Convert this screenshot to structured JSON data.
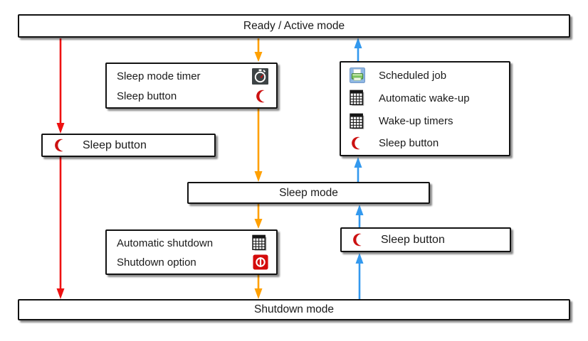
{
  "colors": {
    "arrow-red": "#ee1111",
    "arrow-orange": "#ffa000",
    "arrow-blue": "#3399ee",
    "box-border": "#121212",
    "box-bg": "#ffffff",
    "page-bg": "#ffffff",
    "text": "#1a1a1a",
    "crescent-red": "#cc1111",
    "power-red": "#d40b0b",
    "timer-bg": "#3d4345",
    "printer-bg": "#8fb7e3",
    "printer-green": "#7dc55f"
  },
  "states": {
    "ready": {
      "label": "Ready / Active mode"
    },
    "sleep": {
      "label": "Sleep mode"
    },
    "shutdown": {
      "label": "Shutdown mode"
    }
  },
  "boxes": {
    "sleep_triggers": {
      "rows": [
        {
          "icon": "stopwatch-icon",
          "label": "Sleep mode timer"
        },
        {
          "icon": "crescent-moon-icon",
          "label": "Sleep button"
        }
      ]
    },
    "sleep_button_left": {
      "rows": [
        {
          "icon": "crescent-moon-icon",
          "label": "Sleep button"
        }
      ]
    },
    "wake_triggers": {
      "rows": [
        {
          "icon": "printer-icon",
          "label": "Scheduled job"
        },
        {
          "icon": "calendar-icon",
          "label": "Automatic wake-up"
        },
        {
          "icon": "calendar-icon",
          "label": "Wake-up timers"
        },
        {
          "icon": "crescent-moon-icon",
          "label": "Sleep button"
        }
      ]
    },
    "shutdown_triggers": {
      "rows": [
        {
          "icon": "calendar-icon",
          "label": "Automatic shutdown"
        },
        {
          "icon": "power-icon",
          "label": "Shutdown option"
        }
      ]
    },
    "sleep_button_right": {
      "rows": [
        {
          "icon": "crescent-moon-icon",
          "label": "Sleep button"
        }
      ]
    }
  }
}
